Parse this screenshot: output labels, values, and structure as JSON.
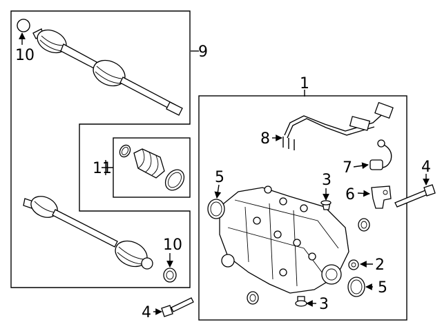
{
  "callouts": {
    "c1": "1",
    "c2": "2",
    "c3a": "3",
    "c3b": "3",
    "c4a": "4",
    "c4b": "4",
    "c5a": "5",
    "c5b": "5",
    "c6": "6",
    "c7": "7",
    "c8": "8",
    "c9": "9",
    "c10a": "10",
    "c10b": "10",
    "c11": "11"
  }
}
